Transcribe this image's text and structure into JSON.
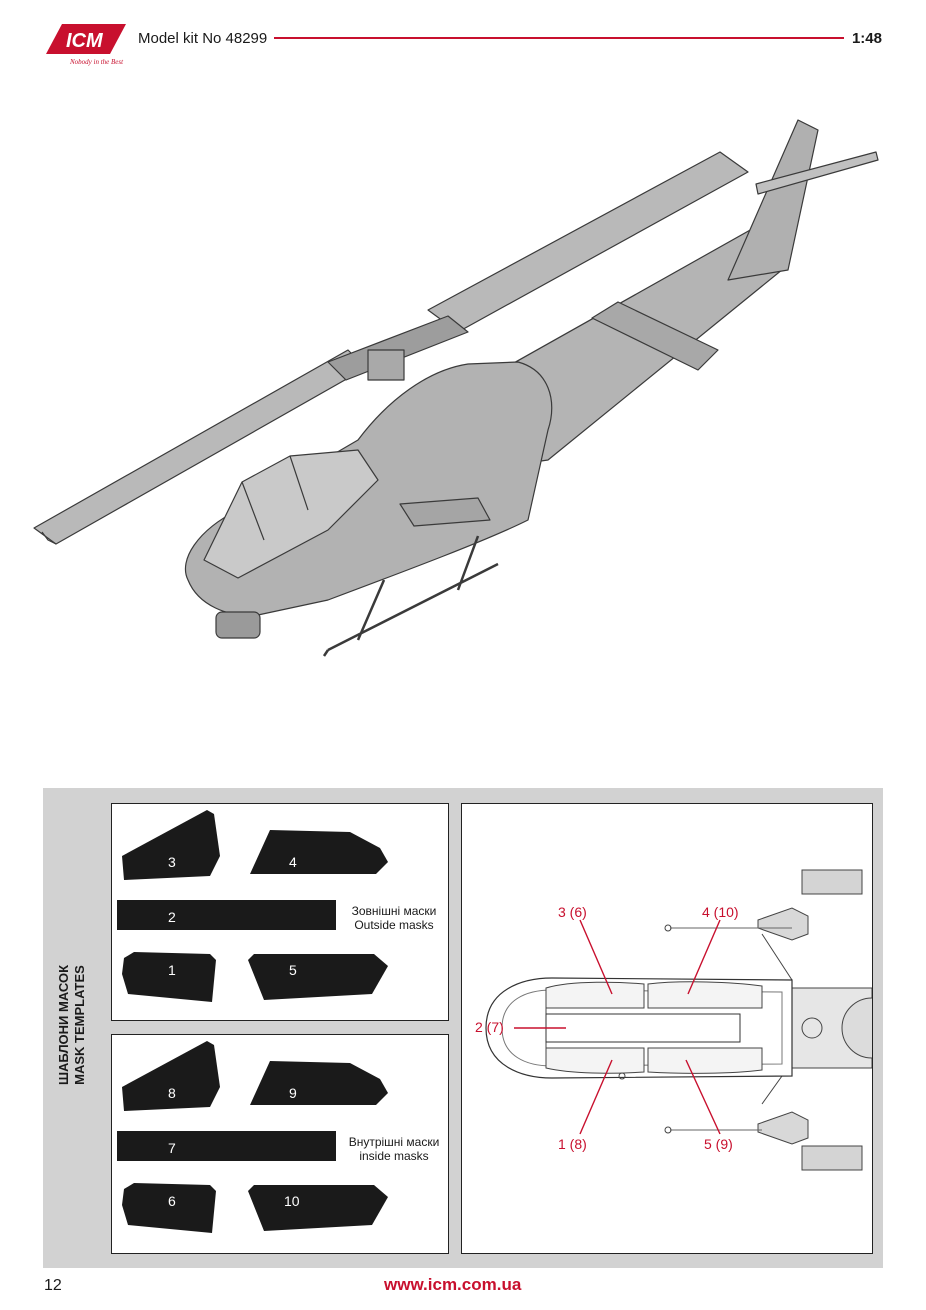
{
  "header": {
    "brand": "ICM",
    "tagline": "Nobody in the Best",
    "title": "Model kit No 48299",
    "scale": "1:48"
  },
  "mask_templates": {
    "side_label_line1": "ШАБЛОНИ МАСОК",
    "side_label_line2": "MASK TEMPLATES",
    "outside": {
      "caption_ua": "Зовнішні маски",
      "caption_en": "Outside masks",
      "masks": [
        "3",
        "4",
        "2",
        "1",
        "5"
      ]
    },
    "inside": {
      "caption_ua": "Внутрішні маски",
      "caption_en": "inside masks",
      "masks": [
        "8",
        "9",
        "7",
        "6",
        "10"
      ]
    },
    "diagram_callouts": [
      "3 (6)",
      "4 (10)",
      "2 (7)",
      "1 (8)",
      "5 (9)"
    ]
  },
  "colors": {
    "accent": "#c8102e",
    "mask": "#1a1a1a",
    "panel": "#d2d2d2",
    "callout": "#c8102e"
  },
  "footer": {
    "page_number": "12",
    "url": "www.icm.com.ua"
  }
}
